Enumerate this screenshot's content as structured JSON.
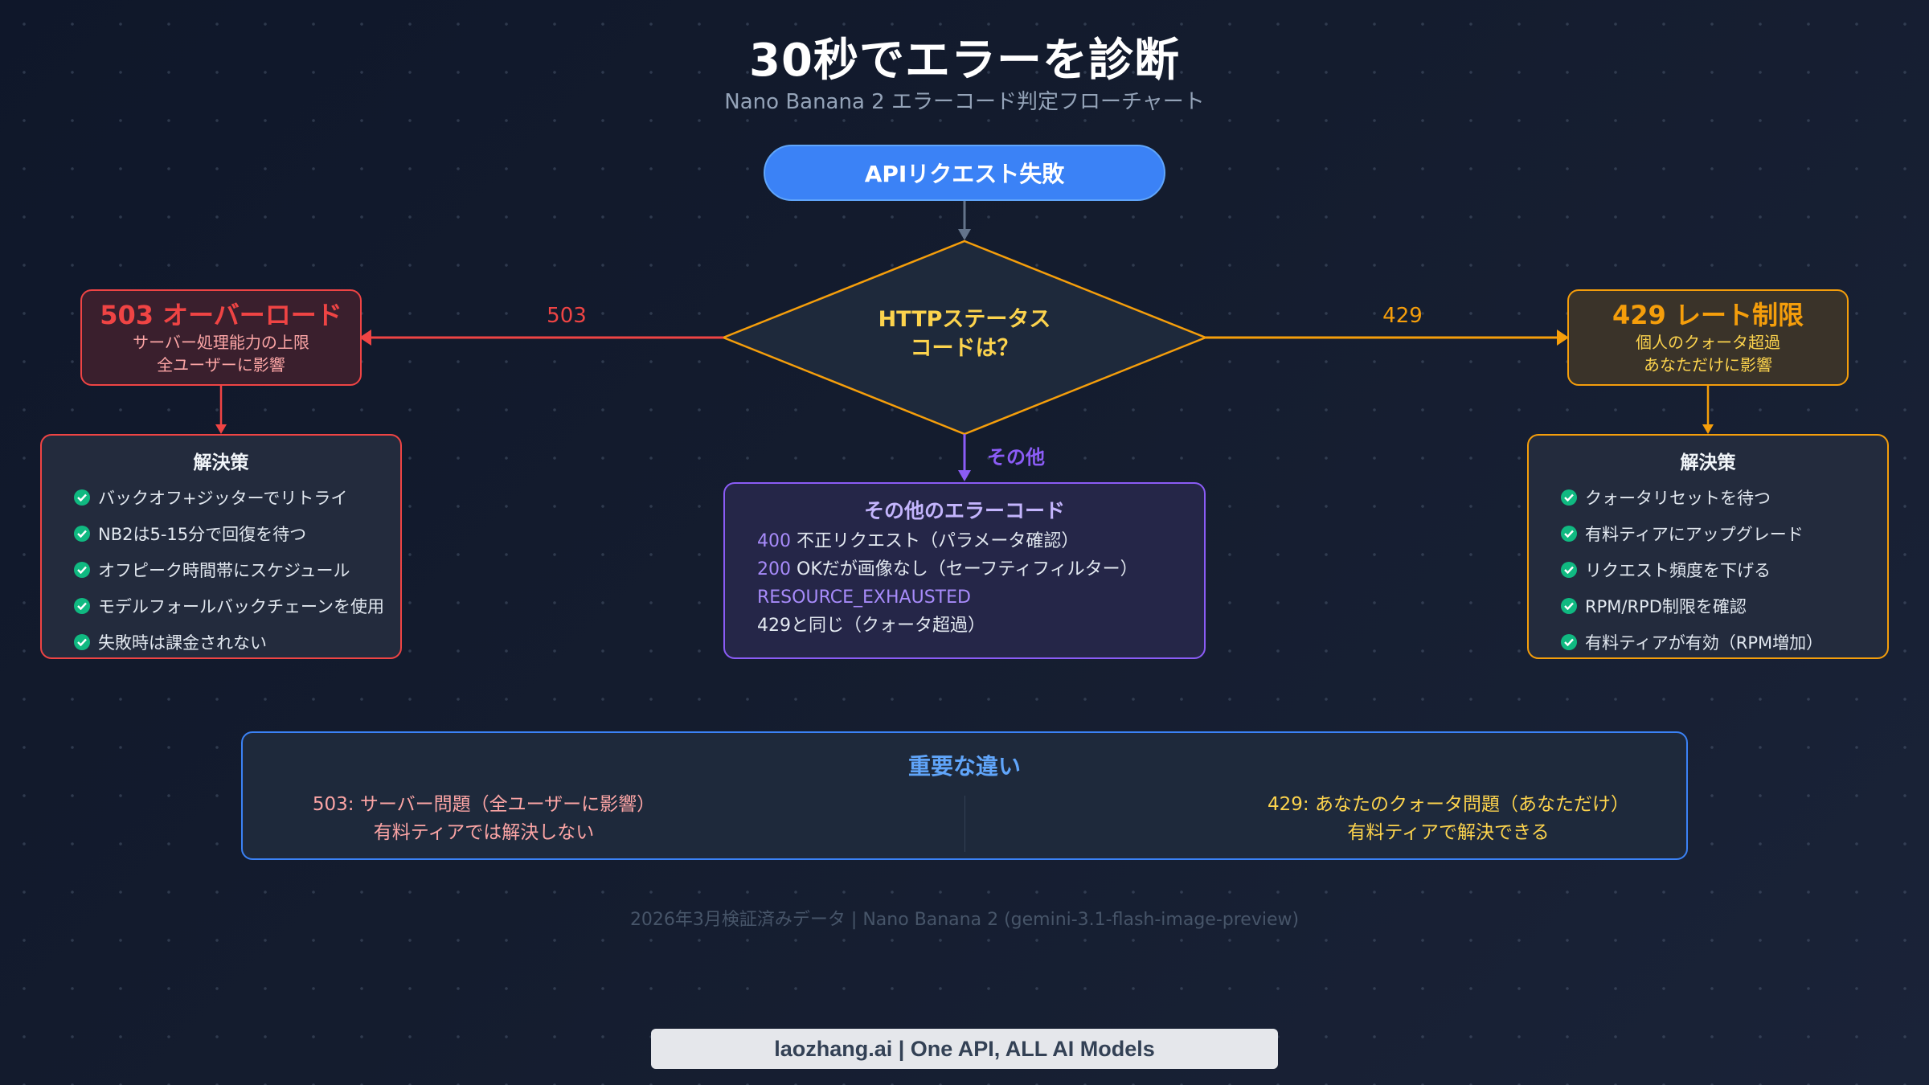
{
  "header": {
    "title": "30秒でエラーを診断",
    "subtitle": "Nano Banana 2 エラーコード判定フローチャート"
  },
  "start_node": {
    "label": "APIリクエスト失敗"
  },
  "decision": {
    "line1": "HTTPステータス",
    "line2": "コードは？"
  },
  "edges": {
    "left_label": "503",
    "right_label": "429",
    "down_label": "その他"
  },
  "error_503": {
    "title": "503 オーバーロード",
    "line1": "サーバー処理能力の上限",
    "line2": "全ユーザーに影響",
    "solutions_title": "解決策",
    "solutions": [
      "バックオフ+ジッターでリトライ",
      "NB2は5-15分で回復を待つ",
      "オフピーク時間帯にスケジュール",
      "モデルフォールバックチェーンを使用",
      "失敗時は課金されない"
    ]
  },
  "error_429": {
    "title": "429 レート制限",
    "line1": "個人のクォータ超過",
    "line2": "あなただけに影響",
    "solutions_title": "解決策",
    "solutions": [
      "クォータリセットを待つ",
      "有料ティアにアップグレード",
      "リクエスト頻度を下げる",
      "RPM/RPD制限を確認",
      "有料ティアが有効（RPM増加）"
    ]
  },
  "other_errors": {
    "title": "その他のエラーコード",
    "rows": [
      {
        "code": "400",
        "text": "不正リクエスト（パラメータ確認）"
      },
      {
        "code": "200",
        "text": "OKだが画像なし（セーフティフィルター）"
      },
      {
        "code": "RESOURCE_EXHAUSTED",
        "text": ""
      },
      {
        "code": "",
        "text": "429と同じ（クォータ超過）"
      }
    ]
  },
  "key_difference": {
    "title": "重要な違い",
    "left_line1": "503: サーバー問題（全ユーザーに影響）",
    "left_line2": "有料ティアでは解決しない",
    "right_line1": "429: あなたのクォータ問題（あなただけ）",
    "right_line2": "有料ティアで解決できる"
  },
  "footnote": "2026年3月検証済みデータ | Nano Banana 2 (gemini-3.1-flash-image-preview)",
  "banner": "laozhang.ai | One API, ALL AI Models",
  "colors": {
    "start": "#3b82f6",
    "decision_border": "#f59e0b",
    "decision_text": "#fcd34d",
    "error_503": "#ef4444",
    "error_503_sub": "#fca5a5",
    "error_429": "#f59e0b",
    "error_429_sub": "#fcd34d",
    "other": "#8b5cf6",
    "other_code": "#a78bfa",
    "check": "#10b981",
    "diff_border": "#3b82f6"
  }
}
